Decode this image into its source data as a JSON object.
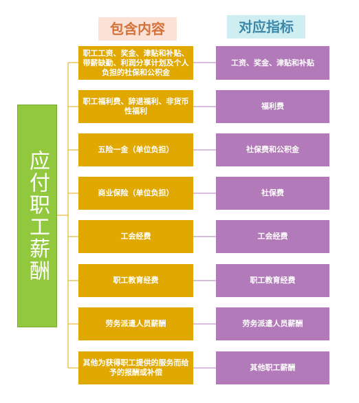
{
  "headers": {
    "left": "包含内容",
    "right": "对应指标"
  },
  "root": {
    "label": "应付职工薪酬"
  },
  "rows": [
    {
      "content": "职工工资、奖金、津贴和补贴、带薪缺勤、利润分享计划及个人负担的社保和公积金",
      "indicator": "工资、奖金、津贴和补贴"
    },
    {
      "content": "职工福利费、辞退福利、非货币性福利",
      "indicator": "福利费"
    },
    {
      "content": "五险一金（单位负担）",
      "indicator": "社保费和公积金"
    },
    {
      "content": "商业保险（单位负担）",
      "indicator": "社保费"
    },
    {
      "content": "工会经费",
      "indicator": "工会经费"
    },
    {
      "content": "职工教育经费",
      "indicator": "职工教育经费"
    },
    {
      "content": "劳务派遣人员薪酬",
      "indicator": "劳务派遣人员薪酬"
    },
    {
      "content": "其他为获得职工提供的服务而给予的报酬或补偿",
      "indicator": "其他职工薪酬"
    }
  ],
  "colors": {
    "root": "#92c83e",
    "content_box": "#e0a800",
    "indicator_box": "#b27ab8",
    "connector_left": "#e0a800",
    "connector_right": "#b27ab8"
  }
}
